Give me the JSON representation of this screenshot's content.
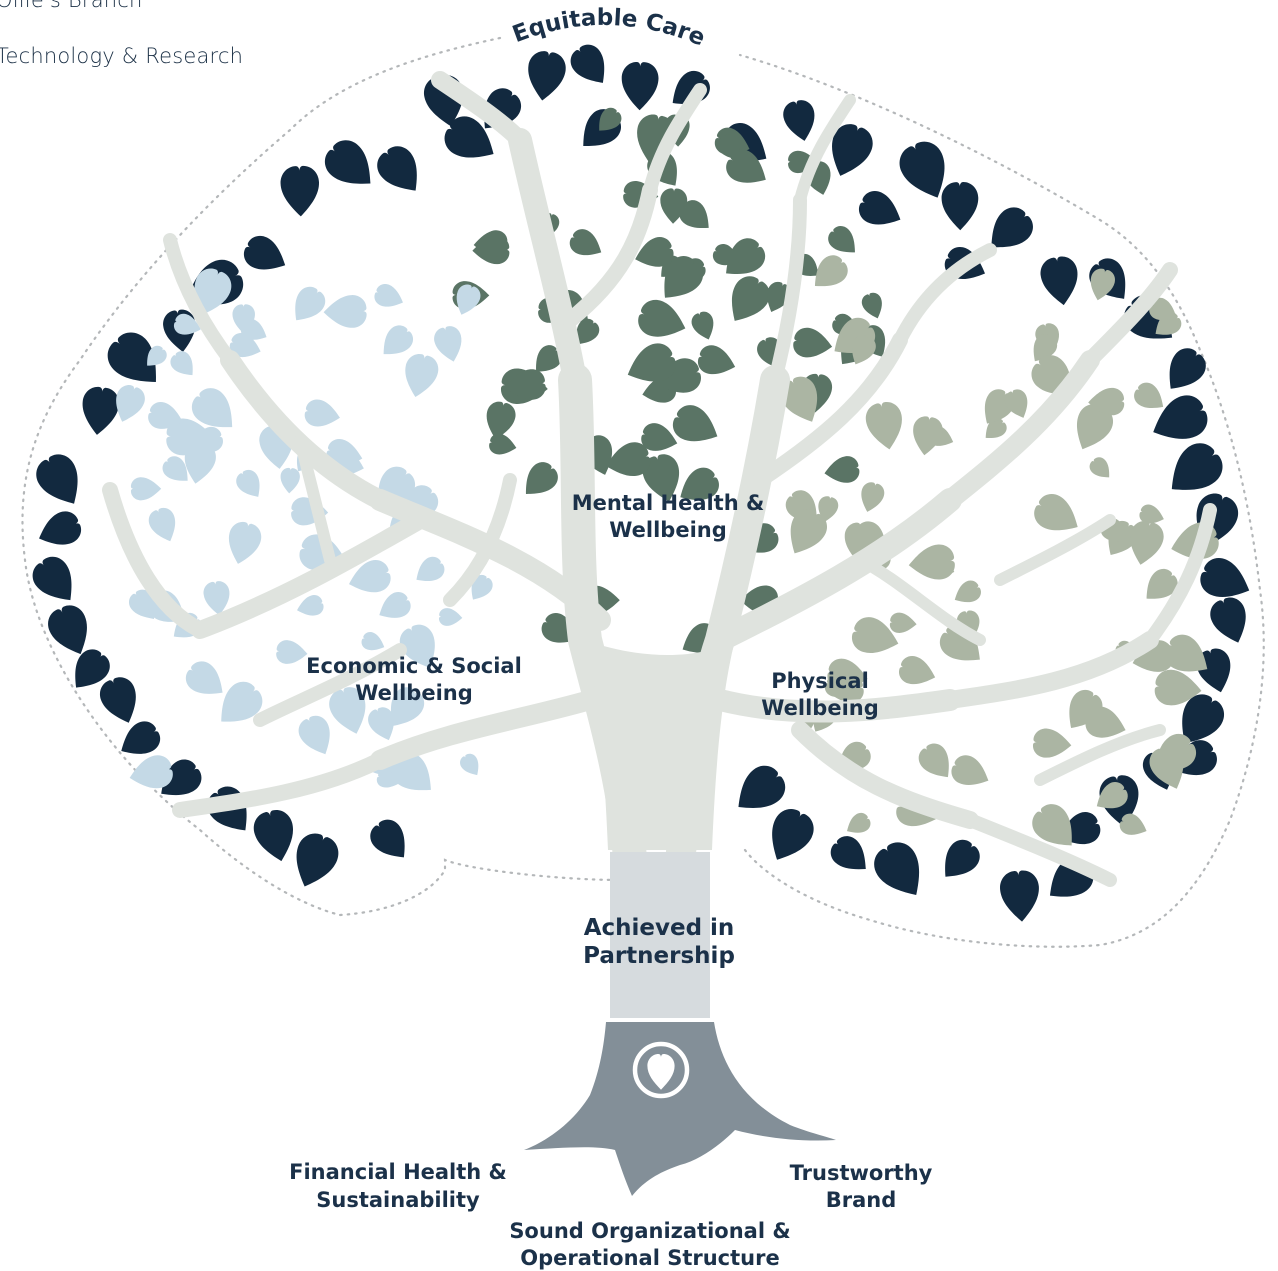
{
  "nav": {
    "link_1": "Ollie's Branch",
    "link_2": "Technology & Research"
  },
  "diagram": {
    "crown_title": "Equitable Care",
    "branches": {
      "mental_line1": "Mental Health &",
      "mental_line2": "Wellbeing",
      "economic_line1": "Economic & Social",
      "economic_line2": "Wellbeing",
      "physical_line1": "Physical",
      "physical_line2": "Wellbeing"
    },
    "trunk_line1": "Achieved in",
    "trunk_line2": "Partnership",
    "roots": {
      "financial_line1": "Financial Health &",
      "financial_line2": "Sustainability",
      "structure_line1": "Sound Organizational &",
      "structure_line2": "Operational Structure",
      "brand_line1": "Trustworthy",
      "brand_line2": "Brand"
    },
    "colors": {
      "navy": "#12293f",
      "dark_green": "#5a7465",
      "sage": "#abb5a3",
      "light_blue": "#c4d9e6",
      "branch": "#dfe3de",
      "trunk_band": "#d6dbde",
      "roots": "#838f98"
    }
  }
}
